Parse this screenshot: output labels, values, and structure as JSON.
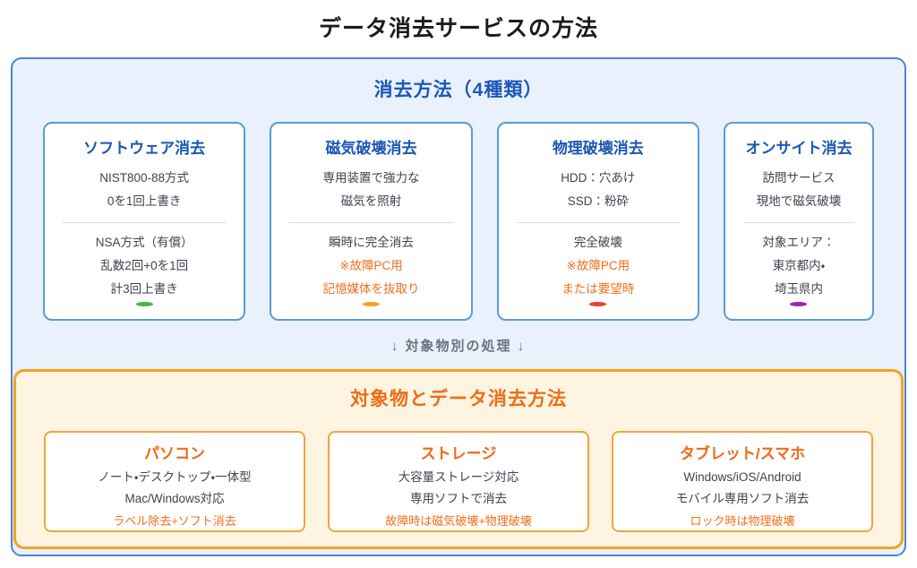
{
  "page": {
    "title": "データ消去サービスの方法"
  },
  "methods_section": {
    "title": "消去方法（4種類）",
    "cards": [
      {
        "title": "ソフトウェア消去",
        "top_lines": [
          "NIST800-88方式",
          "0を1回上書き"
        ],
        "bottom_lines": [
          "NSA方式（有償）",
          "乱数2回+0を1回",
          "計3回上書き"
        ],
        "dot_icon": "green-circle",
        "dot_color": "#4caf50"
      },
      {
        "title": "磁気破壊消去",
        "top_lines": [
          "専用装置で強力な",
          "磁気を照射"
        ],
        "bottom_lines": [
          "瞬時に完全消去",
          "※故障PC用",
          "記憶媒体を抜取り"
        ],
        "dot_icon": "orange-circle",
        "dot_color": "#f9a11b"
      },
      {
        "title": "物理破壊消去",
        "top_lines": [
          "HDD：穴あけ",
          "SSD：粉砕"
        ],
        "bottom_lines": [
          "完全破壊",
          "※故障PC用",
          "または要望時"
        ],
        "dot_icon": "red-circle",
        "dot_color": "#ee3d2e"
      },
      {
        "title": "オンサイト消去",
        "top_lines": [
          "訪問サービス",
          "現地で磁気破壊"
        ],
        "bottom_lines": [
          "対象エリア：",
          "東京都内・",
          "埼玉県内"
        ],
        "dot_icon": "purple-circle",
        "dot_color": "#9c27b0"
      }
    ]
  },
  "transition": {
    "label": "↓ 対象物別の処理 ↓"
  },
  "targets_section": {
    "title": "対象物とデータ消去方法",
    "cards": [
      {
        "title": "パソコン",
        "lines": [
          "ノート・デスクトップ・一体型",
          "Mac/Windows対応"
        ],
        "highlight": "ラベル除去+ソフト消去"
      },
      {
        "title": "ストレージ",
        "lines": [
          "大容量ストレージ対応",
          "専用ソフトで消去"
        ],
        "highlight": "故障時は磁気破壊+物理破壊"
      },
      {
        "title": "タブレット/スマホ",
        "lines": [
          "Windows/iOS/Android",
          "モバイル専用ソフト消去"
        ],
        "highlight": "ロック時は物理破壊"
      }
    ]
  },
  "colors": {
    "blue_accent": "#1c57b8",
    "blue_border": "#4a84d6",
    "blue_panel_bg": "#e9f1fc",
    "orange_accent": "#ec6e16",
    "orange_border": "#f5a226",
    "orange_panel_bg": "#fdf4e1"
  }
}
